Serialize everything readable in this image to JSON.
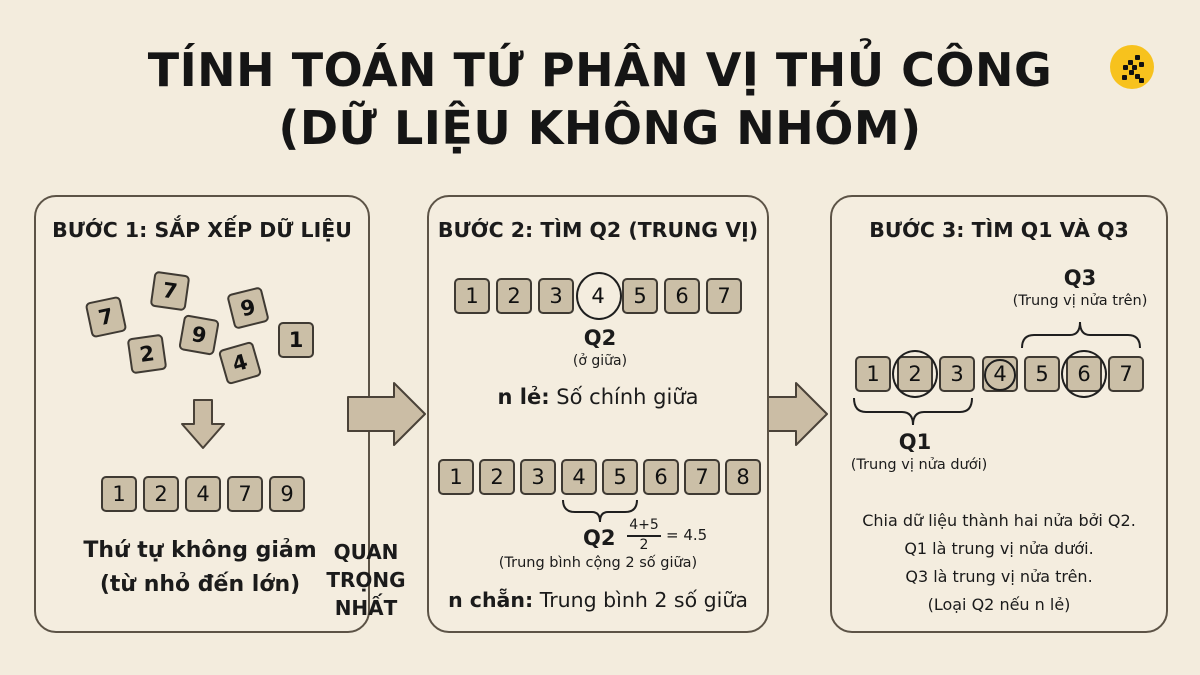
{
  "title_line1": "TÍNH TOÁN TỨ PHÂN VỊ THỦ CÔNG",
  "title_line2": "(DỮ LIỆU KHÔNG NHÓM)",
  "step1": {
    "heading": "BƯỚC 1: SẮP XẾP DỮ LIỆU",
    "scattered": [
      "7",
      "7",
      "9",
      "9",
      "2",
      "4",
      "1"
    ],
    "sorted": [
      "1",
      "2",
      "4",
      "7",
      "9"
    ],
    "caption_line1": "Thứ tự không giảm",
    "caption_line2": "(từ nhỏ đến lớn)",
    "emphasis_line1": "QUAN",
    "emphasis_line2": "TRỌNG",
    "emphasis_line3": "NHẤT"
  },
  "step2": {
    "heading": "BƯỚC 2: TÌM Q2 (TRUNG VỊ)",
    "odd_values": [
      "1",
      "2",
      "3",
      "4",
      "5",
      "6",
      "7"
    ],
    "q2_label": "Q2",
    "q2_note": "(ở giữa)",
    "odd_rule_bold": "n lẻ:",
    "odd_rule_text": "Số chính giữa",
    "even_values": [
      "1",
      "2",
      "3",
      "4",
      "5",
      "6",
      "7",
      "8"
    ],
    "even_q2_label": "Q2",
    "frac_num": "4+5",
    "frac_den": "2",
    "frac_result": "= 4.5",
    "even_note": "(Trung bình cộng 2 số giữa)",
    "even_rule_bold": "n chẵn:",
    "even_rule_text": "Trung bình 2 số giữa"
  },
  "step3": {
    "heading": "BƯỚC 3: TÌM Q1 VÀ Q3",
    "values": [
      "1",
      "2",
      "3",
      "4",
      "5",
      "6",
      "7"
    ],
    "q3_label": "Q3",
    "q3_note": "(Trung vị nửa trên)",
    "q1_label": "Q1",
    "q1_note": "(Trung vị nửa dưới)",
    "desc_line1": "Chia dữ liệu thành hai nửa bởi Q2.",
    "desc_line2": "Q1 là trung vị nửa dưới.",
    "desc_line3": "Q3 là trung vị nửa trên.",
    "desc_line4": "(Loại Q2 nếu n lẻ)"
  },
  "colors": {
    "background": "#f3ecdd",
    "tile": "#cbbfa7",
    "arrow": "#cbbda5",
    "logo": "#f7c21d"
  }
}
